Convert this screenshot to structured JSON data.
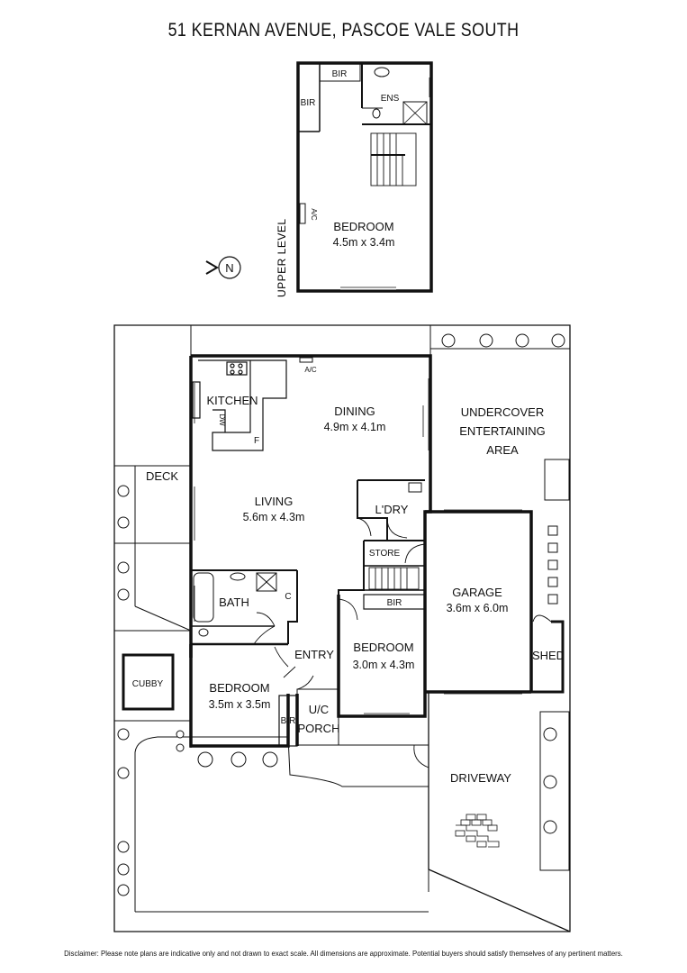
{
  "title": "51 KERNAN AVENUE, PASCOE VALE SOUTH",
  "upper_level": {
    "label": "UPPER LEVEL",
    "rooms": {
      "bir_top": "BIR",
      "bir_left": "BIR",
      "ens": "ENS",
      "ac": "A/C",
      "bedroom_name": "BEDROOM",
      "bedroom_size": "4.5m x 3.4m"
    },
    "compass_letter": "N"
  },
  "ground_level": {
    "kitchen": "KITCHEN",
    "dw": "DW",
    "fridge": "F",
    "ac": "A/C",
    "dining_name": "DINING",
    "dining_size": "4.9m x 4.1m",
    "undercover": [
      "UNDERCOVER",
      "ENTERTAINING",
      "AREA"
    ],
    "deck": "DECK",
    "living_name": "LIVING",
    "living_size": "5.6m x 4.3m",
    "laundry": "L'DRY",
    "store": "STORE",
    "garage_name": "GARAGE",
    "garage_size": "3.6m x 6.0m",
    "bath": "BATH",
    "cupboard": "C",
    "bir_mid": "BIR",
    "bedroom2_name": "BEDROOM",
    "bedroom2_size": "3.0m x 4.3m",
    "entry": "ENTRY",
    "shed": "SHED",
    "cubby": "CUBBY",
    "bedroom3_name": "BEDROOM",
    "bedroom3_size": "3.5m x 3.5m",
    "bir_low": "BIR",
    "porch": [
      "U/C",
      "PORCH"
    ],
    "driveway": "DRIVEWAY"
  },
  "disclaimer": "Disclaimer: Please note plans are indicative only and not drawn to exact scale. All dimensions are approximate. Potential buyers should satisfy themselves of any pertinent matters."
}
